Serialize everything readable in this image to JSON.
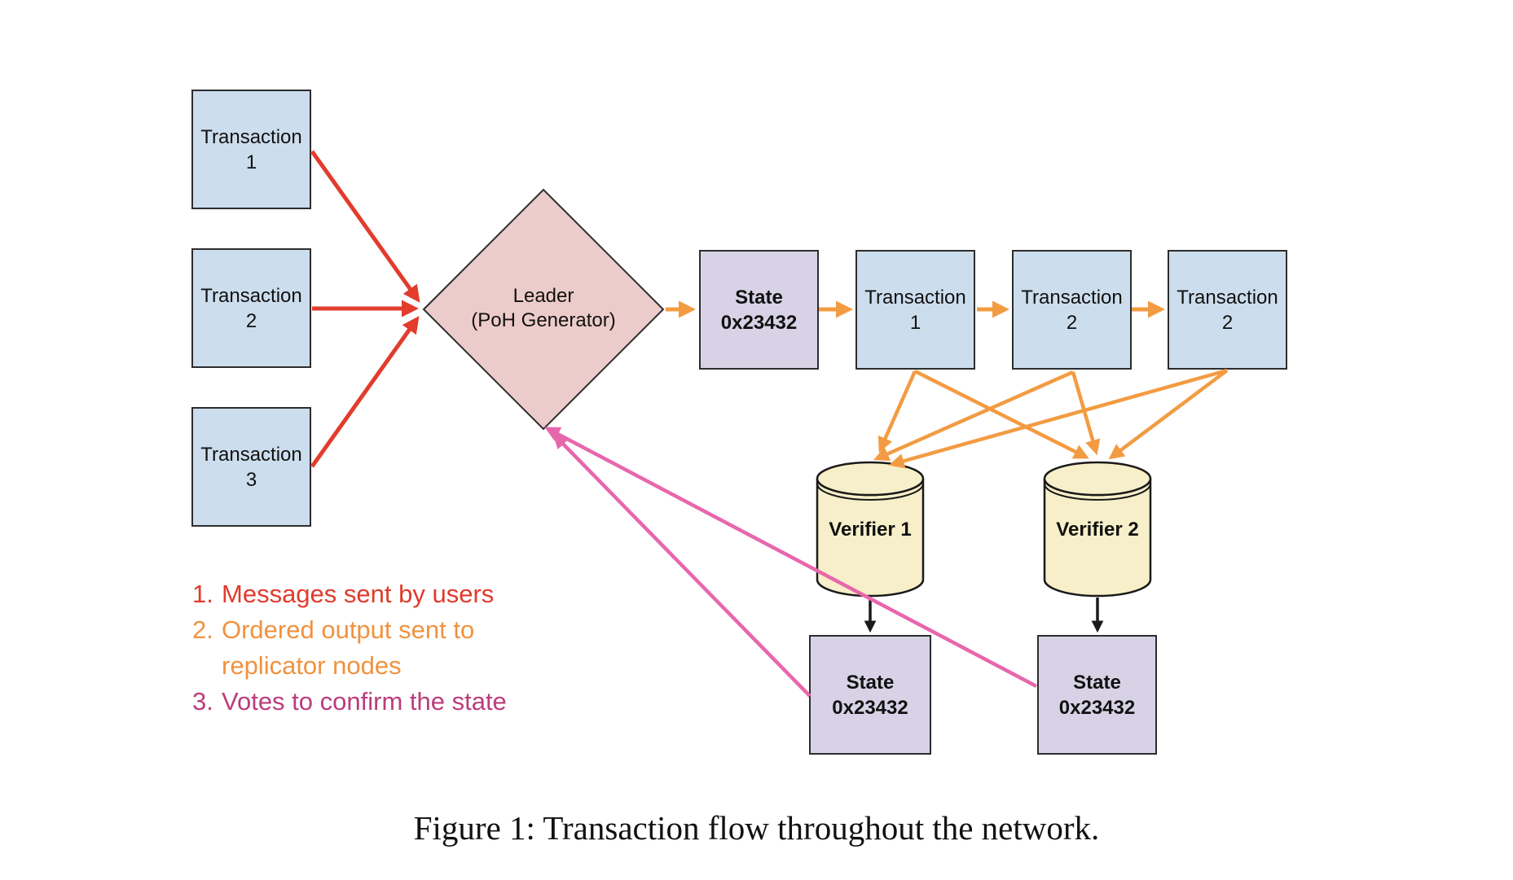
{
  "figure": {
    "caption": "Figure 1: Transaction flow throughout the network."
  },
  "diagram": {
    "user_transactions": [
      {
        "title": "Transaction",
        "number": "1"
      },
      {
        "title": "Transaction",
        "number": "2"
      },
      {
        "title": "Transaction",
        "number": "3"
      }
    ],
    "leader": {
      "name": "Leader",
      "subtitle": "(PoH Generator)"
    },
    "poh_chain": [
      {
        "title": "State",
        "number": "0x23432"
      },
      {
        "title": "Transaction",
        "number": "1"
      },
      {
        "title": "Transaction",
        "number": "2"
      },
      {
        "title": "Transaction",
        "number": "2"
      }
    ],
    "verifiers": [
      {
        "label": "Verifier 1"
      },
      {
        "label": "Verifier 2"
      }
    ],
    "verifier_states": [
      {
        "title": "State",
        "number": "0x23432"
      },
      {
        "title": "State",
        "number": "0x23432"
      }
    ]
  },
  "legend": [
    {
      "number": "1.",
      "text": "Messages sent by users",
      "color": "#e23a2b"
    },
    {
      "number": "2.",
      "text": "Ordered output sent to replicator nodes",
      "color": "#f0923f"
    },
    {
      "number": "3.",
      "text": "Votes to confirm the state",
      "color": "#bb3c7c"
    }
  ],
  "colors": {
    "background": "#ffffff",
    "transaction_box_fill": "#ccdded",
    "state_box_fill": "#d8d2e6",
    "leader_diamond_fill": "#ecccca",
    "verifier_cylinder_fill": "#f7efc9",
    "box_border": "#2d2d2d",
    "red_arrow": "#e23c2d",
    "orange_arrow": "#f39b42",
    "pink_arrow": "#e767ad",
    "black_arrow": "#1a1a1a"
  }
}
